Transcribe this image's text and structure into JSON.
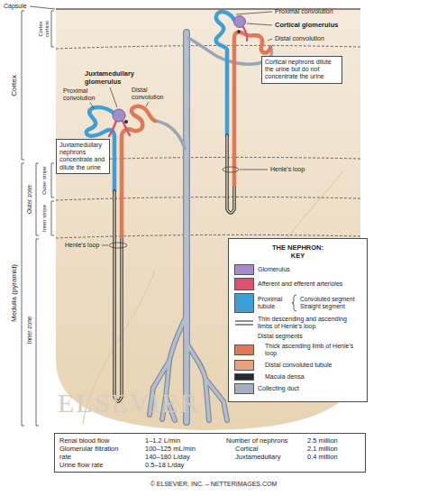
{
  "diagram": {
    "nodes": [
      {
        "text": [
          "Juxtamedullary nephrons concentrate and dilute the urine"
        ]
      },
      {
        "text": [
          "Cortical nephrons dilute the urine but do not concentrate the urine"
        ]
      },
      {
        "text": [
          "THE NEPHRON: KEY"
        ]
      },
      {
        "text": [
          "Renal blood flow",
          "1–1.2 L/min",
          "Glomerular filtration rate",
          "100–125 mL/min",
          "140–180 L/day",
          "Urine flow rate",
          "0.5–18 L/day",
          "Number of nephrons",
          "2.5 million",
          "Cortical",
          "2.1 million",
          "Juxtamedullary",
          "0.4 million"
        ]
      }
    ],
    "labels": [
      "Capsule",
      "Cortex corticis",
      "Cortex",
      "Outer stripe",
      "Inner stripe",
      "Outer zone",
      "Medulla (pyramid)",
      "Inner zone",
      "Juxtamedullary glomerulus",
      "Proximal convolution",
      "Distal convolution",
      "Henle's loop",
      "Proximal convolution",
      "Cortical glomerulus",
      "Distal convolution",
      "Henle's loop",
      "Convoluted segment",
      "Straight segment",
      "Distal segments",
      "ELSEVIER",
      "© ELSEVIER, INC. – NETTERIMAGES.COM"
    ],
    "legend": [
      {
        "text": "Glomerulus",
        "color": "#a58bc9"
      },
      {
        "text": "Afferent and efferent arterioles",
        "color": "#d8546e"
      },
      {
        "text": "Proximal tubule",
        "color": "#3e9fd6"
      },
      {
        "text": "Thin descending and ascending limbs of Henle's loop"
      },
      {
        "text": "Thick ascending limb of Henle's loop",
        "color": "#e07a55"
      },
      {
        "text": "Distal convoluted tubule",
        "color": "#ef9f7c"
      },
      {
        "text": "Macula densa",
        "color": "#2a2a2a"
      },
      {
        "text": "Collecting duct",
        "color": "#a5afbd"
      }
    ]
  }
}
